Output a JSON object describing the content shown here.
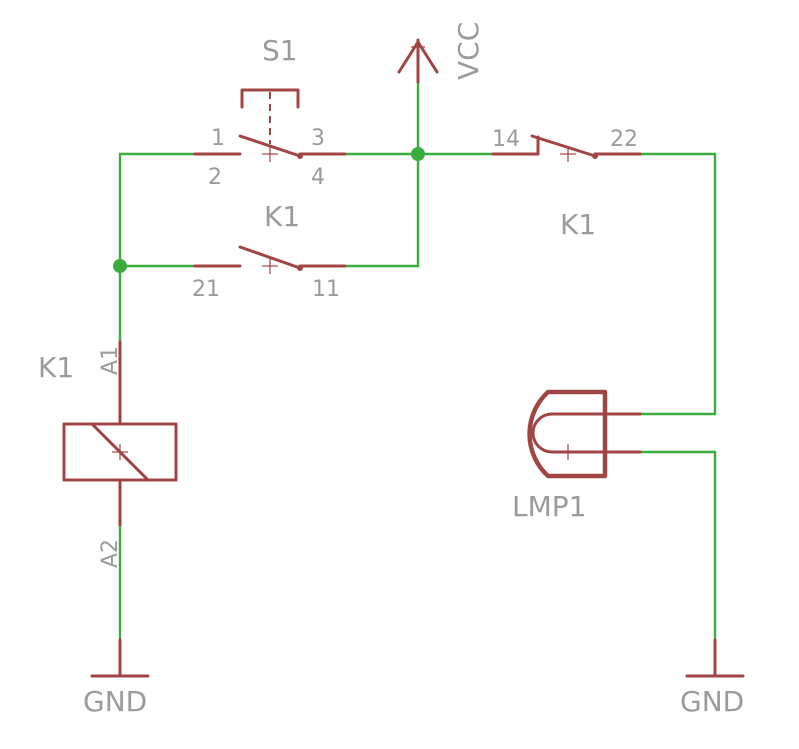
{
  "labels": {
    "switch_name": "S1",
    "supply_label": "VCC",
    "relay_contact_top_name": "K1",
    "relay_contact_right_name": "K1",
    "relay_coil_name": "K1",
    "lamp_name": "LMP1",
    "ground_left": "GND",
    "ground_right": "GND"
  },
  "pins": {
    "s1_pin1": "1",
    "s1_pin2": "2",
    "s1_pin3": "3",
    "s1_pin4": "4",
    "k1_contact_left_pin21": "21",
    "k1_contact_left_pin11": "11",
    "k1_contact_right_pin14": "14",
    "k1_contact_right_pin22": "22",
    "k1_coil_a1": "A1",
    "k1_coil_a2": "A2"
  },
  "colors": {
    "wire": "#3cad3c",
    "symbol": "#a04444",
    "label": "#9b9b9b"
  }
}
